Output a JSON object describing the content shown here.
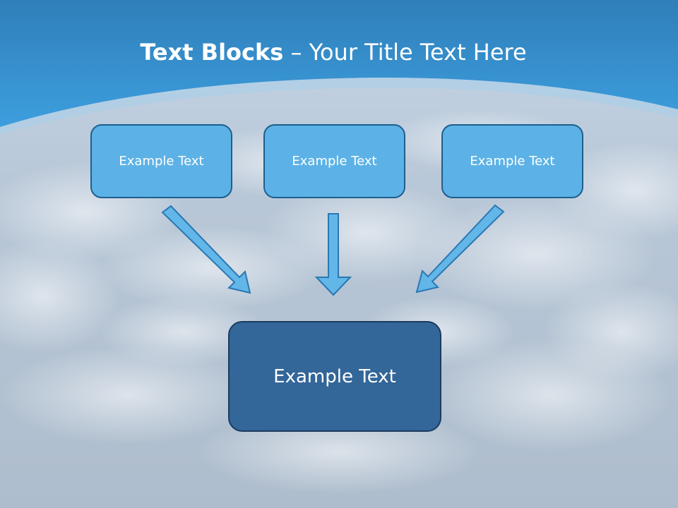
{
  "slide": {
    "title_bold": "Text Blocks",
    "title_rest": " – Your Title Text Here"
  },
  "blocks": [
    {
      "label": "Example Text"
    },
    {
      "label": "Example Text"
    },
    {
      "label": "Example Text"
    }
  ],
  "main_block": {
    "label": "Example Text"
  },
  "colors": {
    "block_fill": "#5cb2e6",
    "main_block_fill": "#336699",
    "arrow_fill": "#62b6e8",
    "header_blue": "#3a94d1"
  }
}
